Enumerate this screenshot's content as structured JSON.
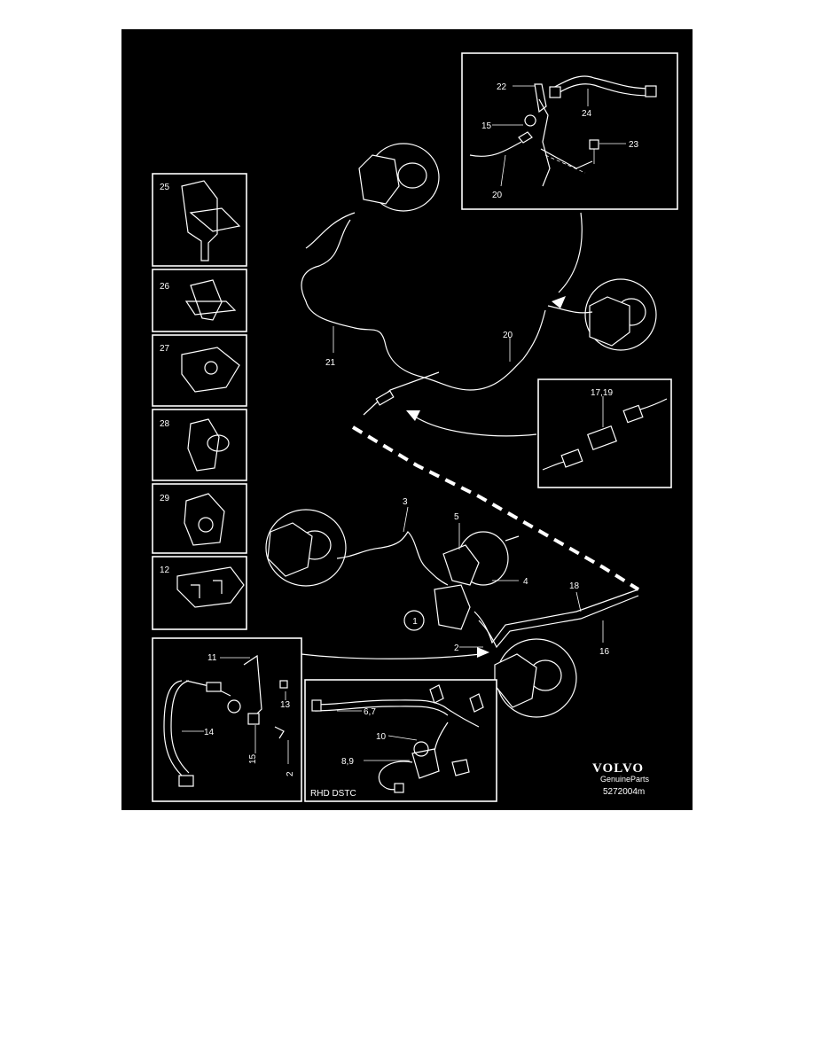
{
  "labels": {
    "l1": "1",
    "l2a": "2",
    "l2b": "2",
    "l3": "3",
    "l4": "4",
    "l5": "5",
    "l67": "6,7",
    "l89": "8,9",
    "l10": "10",
    "l11": "11",
    "l12": "12",
    "l13": "13",
    "l14": "14",
    "l15a": "15",
    "l15b": "15",
    "l16": "16",
    "l1719": "17,19",
    "l18": "18",
    "l20a": "20",
    "l20b": "20",
    "l21": "21",
    "l22": "22",
    "l23": "23",
    "l24": "24",
    "l25": "25",
    "l26": "26",
    "l27": "27",
    "l28": "28",
    "l29": "29"
  },
  "rhd_label": "RHD DSTC",
  "brand": {
    "name": "VOLVO",
    "sub": "GenuineParts",
    "code": "5272004m"
  },
  "colors": {
    "background": "#000000",
    "line": "#ffffff",
    "page": "#ffffff"
  }
}
